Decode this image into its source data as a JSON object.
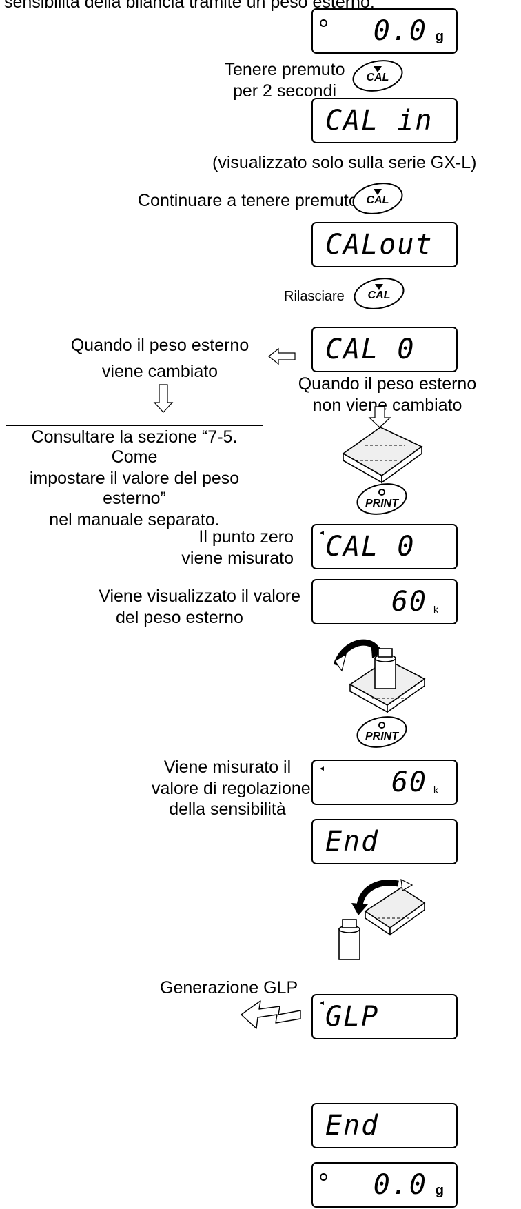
{
  "header": {
    "cut_text": "sensibilità della bilancia tramite un peso esterno."
  },
  "displays": {
    "initial": {
      "value": "0.0",
      "unit": "g"
    },
    "cal_in": "CAL in",
    "cal_out": "CALout",
    "cal_0": "CAL 0",
    "cal_0_measuring": "CAL 0",
    "weight_value": {
      "value": "60",
      "unit": "k"
    },
    "sensitivity_value": {
      "value": "60",
      "unit": "k"
    },
    "end_1": "End",
    "glp": "GLP",
    "end_2": "End",
    "final": {
      "value": "0.0",
      "unit": "g"
    }
  },
  "keys": {
    "cal": "CAL",
    "print": "PRINT"
  },
  "steps": {
    "hold_2s_line1": "Tenere premuto",
    "hold_2s_line2": "per 2 secondi",
    "gx_l_note": "(visualizzato solo sulla serie GX-L)",
    "continue_hold": "Continuare a tenere premuto",
    "release": "Rilasciare",
    "changed_line1": "Quando il peso esterno",
    "changed_line2": "viene cambiato",
    "not_changed_line1": "Quando il peso esterno",
    "not_changed_line2": "non viene cambiato",
    "consult_line1": "Consultare la sezione “7-5. Come",
    "consult_line2": "impostare il valore del peso esterno”",
    "consult_line3": "nel manuale separato.",
    "zero_line1": "Il punto zero",
    "zero_line2": "viene misurato",
    "shown_line1": "Viene visualizzato il valore",
    "shown_line2": "del peso esterno",
    "measured_line1": "Viene misurato il",
    "measured_line2": "valore di regolazione",
    "measured_line3": "della sensibilità",
    "glp_output": "Generazione GLP"
  }
}
